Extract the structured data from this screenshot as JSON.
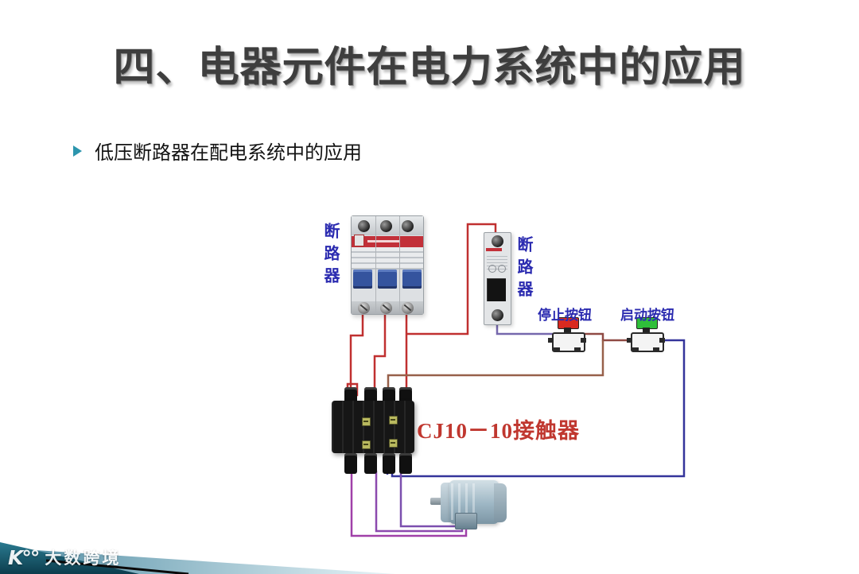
{
  "slide": {
    "title": "四、电器元件在电力系统中的应用",
    "title_color": "#3e3e3e",
    "bullet": "低压断路器在配电系统中的应用",
    "bullet_color": "#2c95ad"
  },
  "diagram": {
    "breaker_3pole_label": "断路器",
    "breaker_1pole_label": "断路器",
    "stop_button_label": "停止按钮",
    "start_button_label": "启动按钮",
    "contactor_label": "CJ10－10接触器",
    "colors": {
      "label_blue": "#2b2bb0",
      "contactor_label_red": "#c0372f",
      "wire_red": "#c03030",
      "wire_purple": "#7668ad",
      "wire_maroon": "#8f4a44",
      "wire_brown": "#97604a",
      "wire_navy": "#34349b",
      "wire_magenta_1": "#a040a8",
      "wire_magenta_2": "#8c49ae",
      "wire_magenta_3": "#7b4fae",
      "stop_cap": "#d92a20",
      "start_cap": "#2fbf3a"
    }
  },
  "footer": {
    "band_light_left": "#4e8ca3",
    "band_light_right": "#e8f4f8",
    "band_dark_top": "#2a7a90",
    "band_dark_bottom": "#0c3d4d",
    "divider": "#0a0a0a"
  },
  "watermark": {
    "logo_mark": "K°°",
    "text": "大数跨境"
  }
}
